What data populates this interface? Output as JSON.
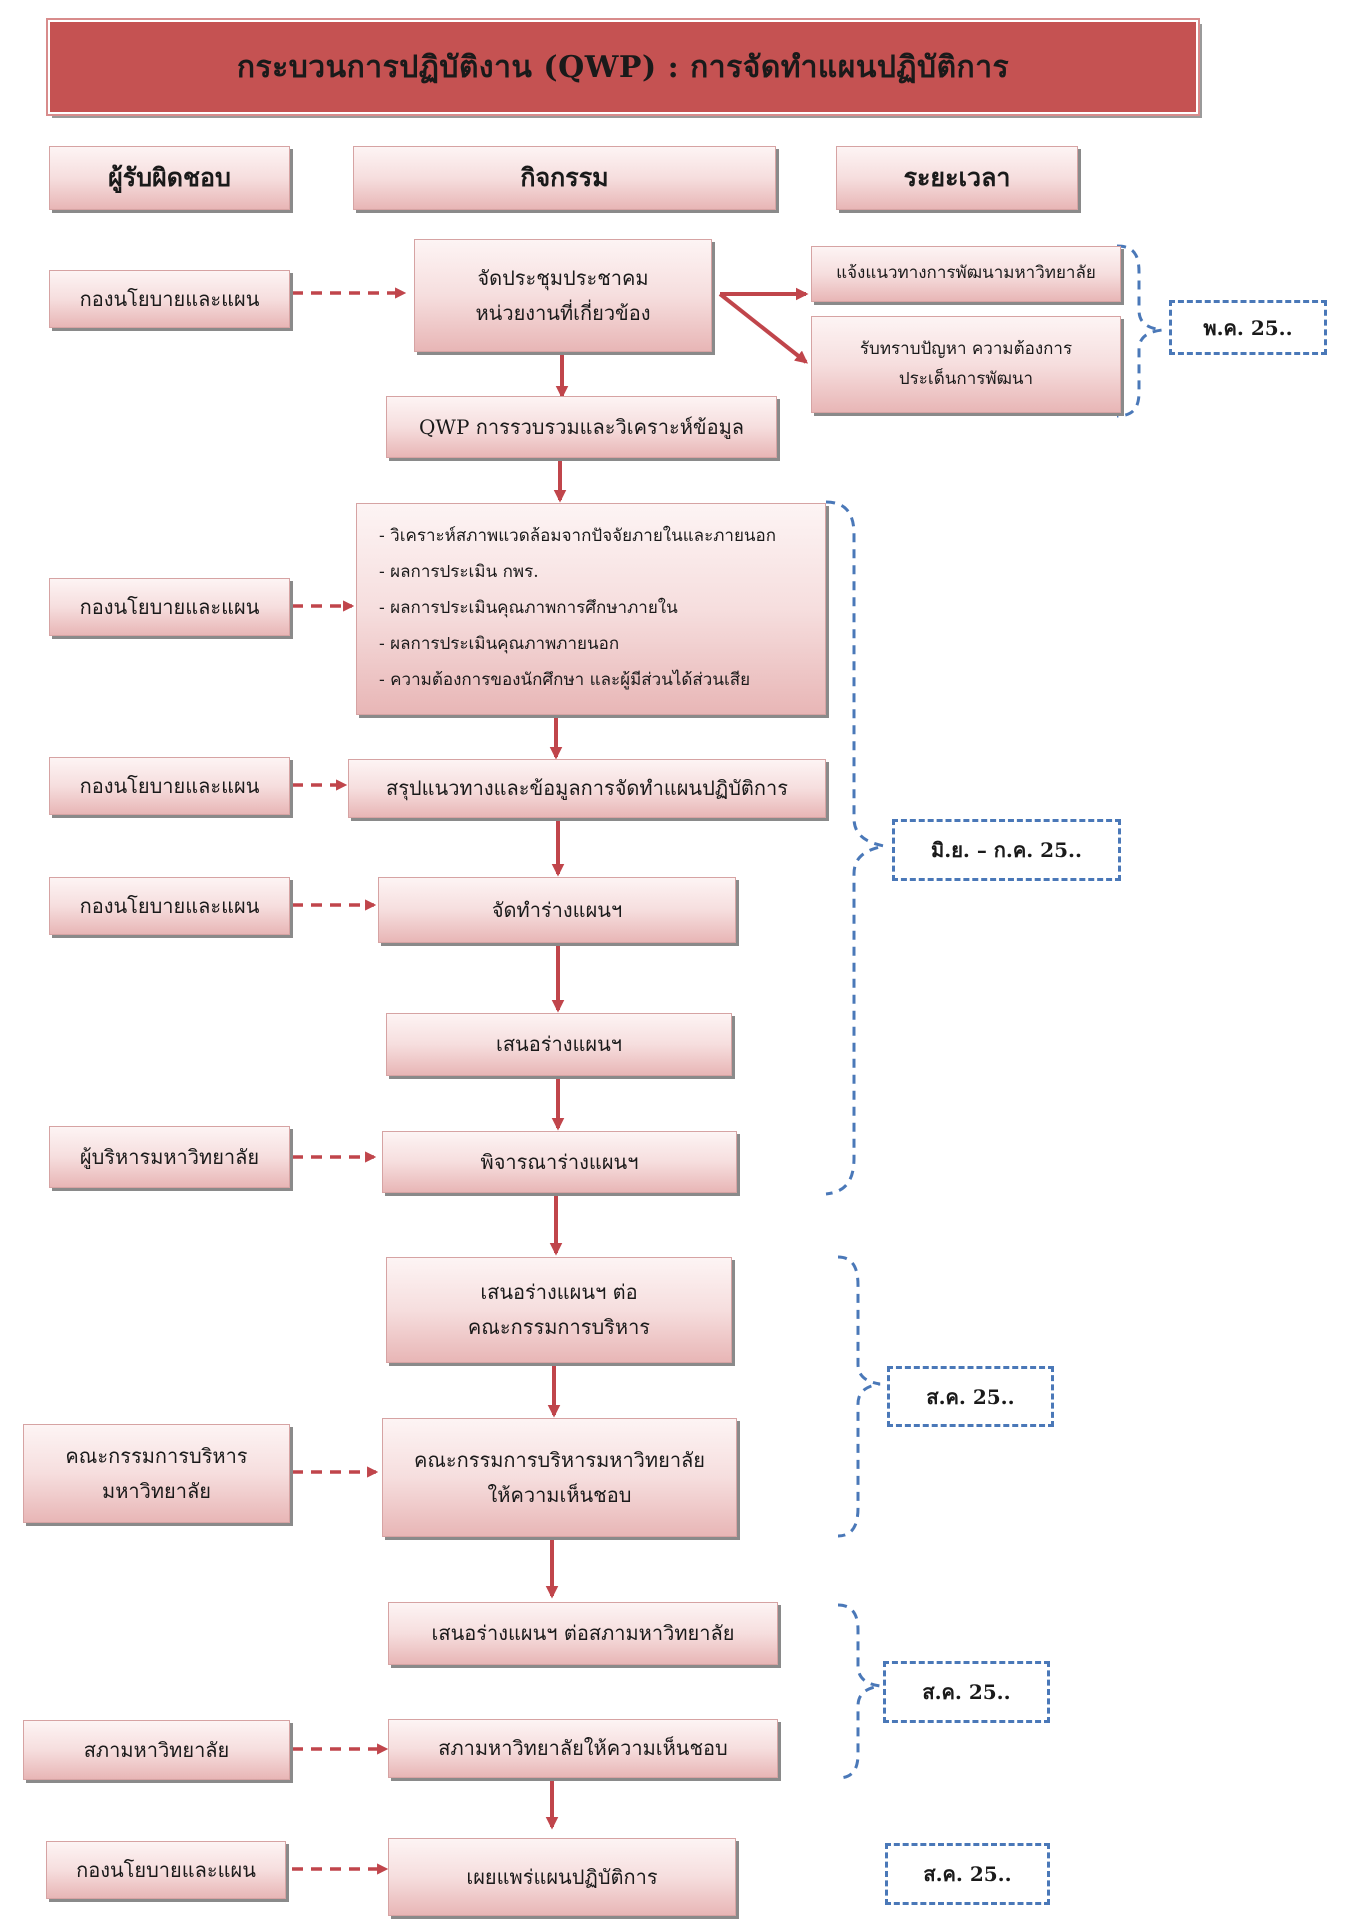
{
  "title": "กระบวนการปฏิบัติงาน (QWP) : การจัดทำแผนปฏิบัติการ",
  "headers": {
    "responsible": "ผู้รับผิดชอบ",
    "activity": "กิจกรรม",
    "duration": "ระยะเวลา"
  },
  "responsible": {
    "r1": "กองนโยบายและแผน",
    "r2": "กองนโยบายและแผน",
    "r3": "กองนโยบายและแผน",
    "r4": "กองนโยบายและแผน",
    "r5": "ผู้บริหารมหาวิทยาลัย",
    "r6": [
      "คณะกรรมการบริหาร",
      "มหาวิทยาลัย"
    ],
    "r7": "สภามหาวิทยาลัย",
    "r8": "กองนโยบายและแผน"
  },
  "activities": {
    "a1": [
      "จัดประชุมประชาคม",
      "หน่วยงานที่เกี่ยวข้อง"
    ],
    "a1_out1": "แจ้งแนวทางการพัฒนามหาวิทยาลัย",
    "a1_out2": [
      "รับทราบปัญหา ความต้องการ",
      "ประเด็นการพัฒนา"
    ],
    "a2": "QWP การรวบรวมและวิเคราะห์ข้อมูล",
    "a3": [
      "- วิเคราะห์สภาพแวดล้อมจากปัจจัยภายในและภายนอก",
      "-   ผลการประเมิน  กพร.",
      "-   ผลการประเมินคุณภาพการศึกษาภายใน",
      "-   ผลการประเมินคุณภาพภายนอก",
      "- ความต้องการของนักศึกษา และผู้มีส่วนได้ส่วนเสีย"
    ],
    "a4": "สรุปแนวทางและข้อมูลการจัดทำแผนปฏิบัติการ",
    "a5": "จัดทำร่างแผนฯ",
    "a6": "เสนอร่างแผนฯ",
    "a7": "พิจารณาร่างแผนฯ",
    "a8": [
      "เสนอร่างแผนฯ ต่อ",
      "คณะกรรมการบริหาร"
    ],
    "a9": [
      "คณะกรรมการบริหารมหาวิทยาลัย",
      "ให้ความเห็นชอบ"
    ],
    "a10": "เสนอร่างแผนฯ ต่อสภามหาวิทยาลัย",
    "a11": "สภามหาวิทยาลัยให้ความเห็นชอบ",
    "a12": "เผยแพร่แผนปฏิบัติการ"
  },
  "durations": {
    "t1": "พ.ค. 25..",
    "t2": "มิ.ย. – ก.ค. 25..",
    "t3": "ส.ค. 25..",
    "t4": "ส.ค. 25..",
    "t5": "ส.ค. 25.."
  },
  "colors": {
    "title_bg": "#c55252",
    "box_gradient_top": "#fdf4f4",
    "box_gradient_bottom": "#e8b6b6",
    "arrow": "#c0454b",
    "time_border": "#4a78b8"
  }
}
